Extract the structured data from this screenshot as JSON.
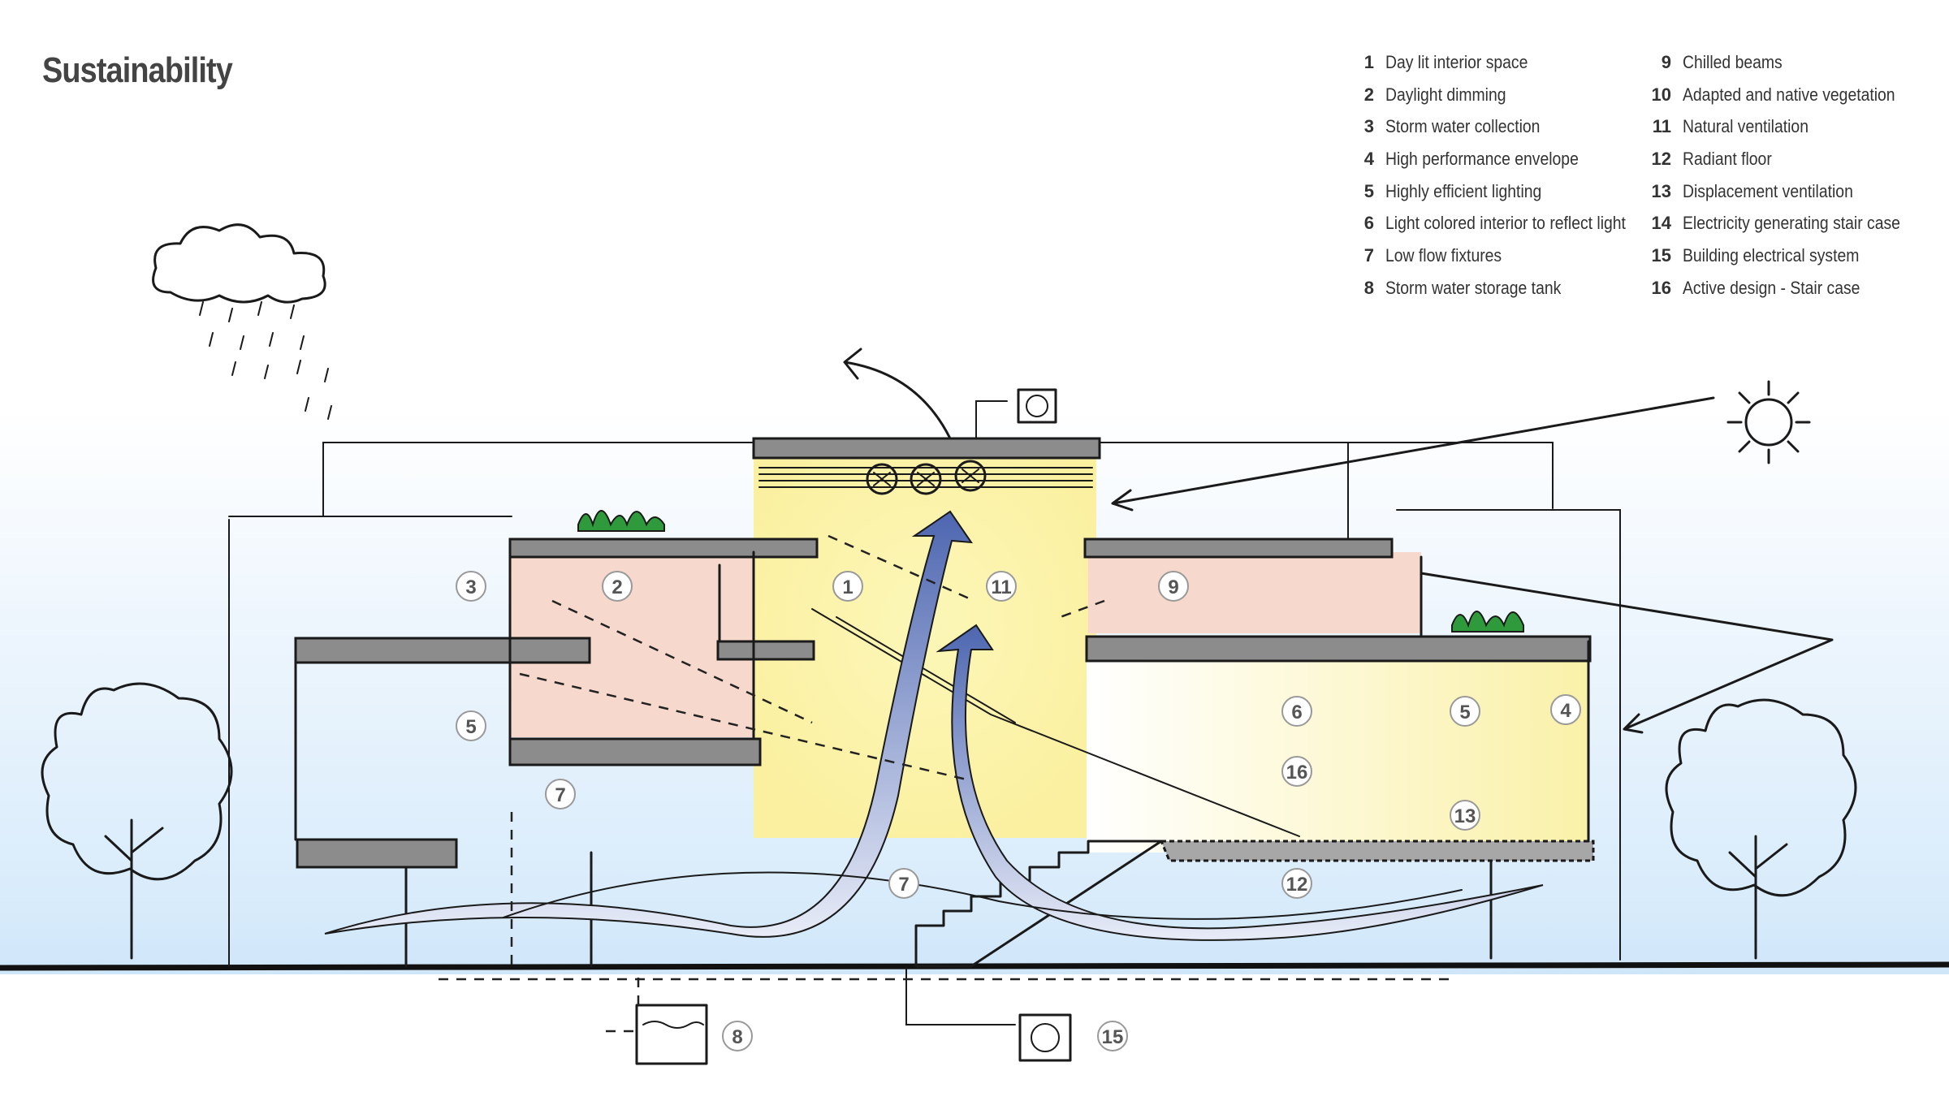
{
  "title": "Sustainability",
  "legend_left": [
    {
      "num": "1",
      "label": "Day lit interior space"
    },
    {
      "num": "2",
      "label": "Daylight dimming"
    },
    {
      "num": "3",
      "label": "Storm water collection"
    },
    {
      "num": "4",
      "label": "High performance envelope"
    },
    {
      "num": "5",
      "label": "Highly efficient lighting"
    },
    {
      "num": "6",
      "label": "Light colored interior to reflect light"
    },
    {
      "num": "7",
      "label": "Low flow fixtures"
    },
    {
      "num": "8",
      "label": "Storm water storage tank"
    }
  ],
  "legend_right": [
    {
      "num": "9",
      "label": "Chilled beams"
    },
    {
      "num": "10",
      "label": "Adapted and native vegetation"
    },
    {
      "num": "11",
      "label": "Natural ventilation"
    },
    {
      "num": "12",
      "label": "Radiant floor"
    },
    {
      "num": "13",
      "label": "Displacement ventilation"
    },
    {
      "num": "14",
      "label": "Electricity generating stair case"
    },
    {
      "num": "15",
      "label": "Building electrical system"
    },
    {
      "num": "16",
      "label": "Active design - Stair case"
    }
  ],
  "markers": [
    "3",
    "2",
    "1",
    "11",
    "9",
    "5",
    "6",
    "5",
    "4",
    "16",
    "7",
    "13",
    "7",
    "12",
    "8",
    "15"
  ],
  "colors": {
    "sky_gradient": "#d9ecfb",
    "daylit_yellow": "#fbf5b0",
    "room_pink": "#f6d9cc",
    "airflow_blue": "#5b72b8",
    "slab_gray": "#8c8c8c",
    "vegetation_green": "#2f9a3c"
  }
}
